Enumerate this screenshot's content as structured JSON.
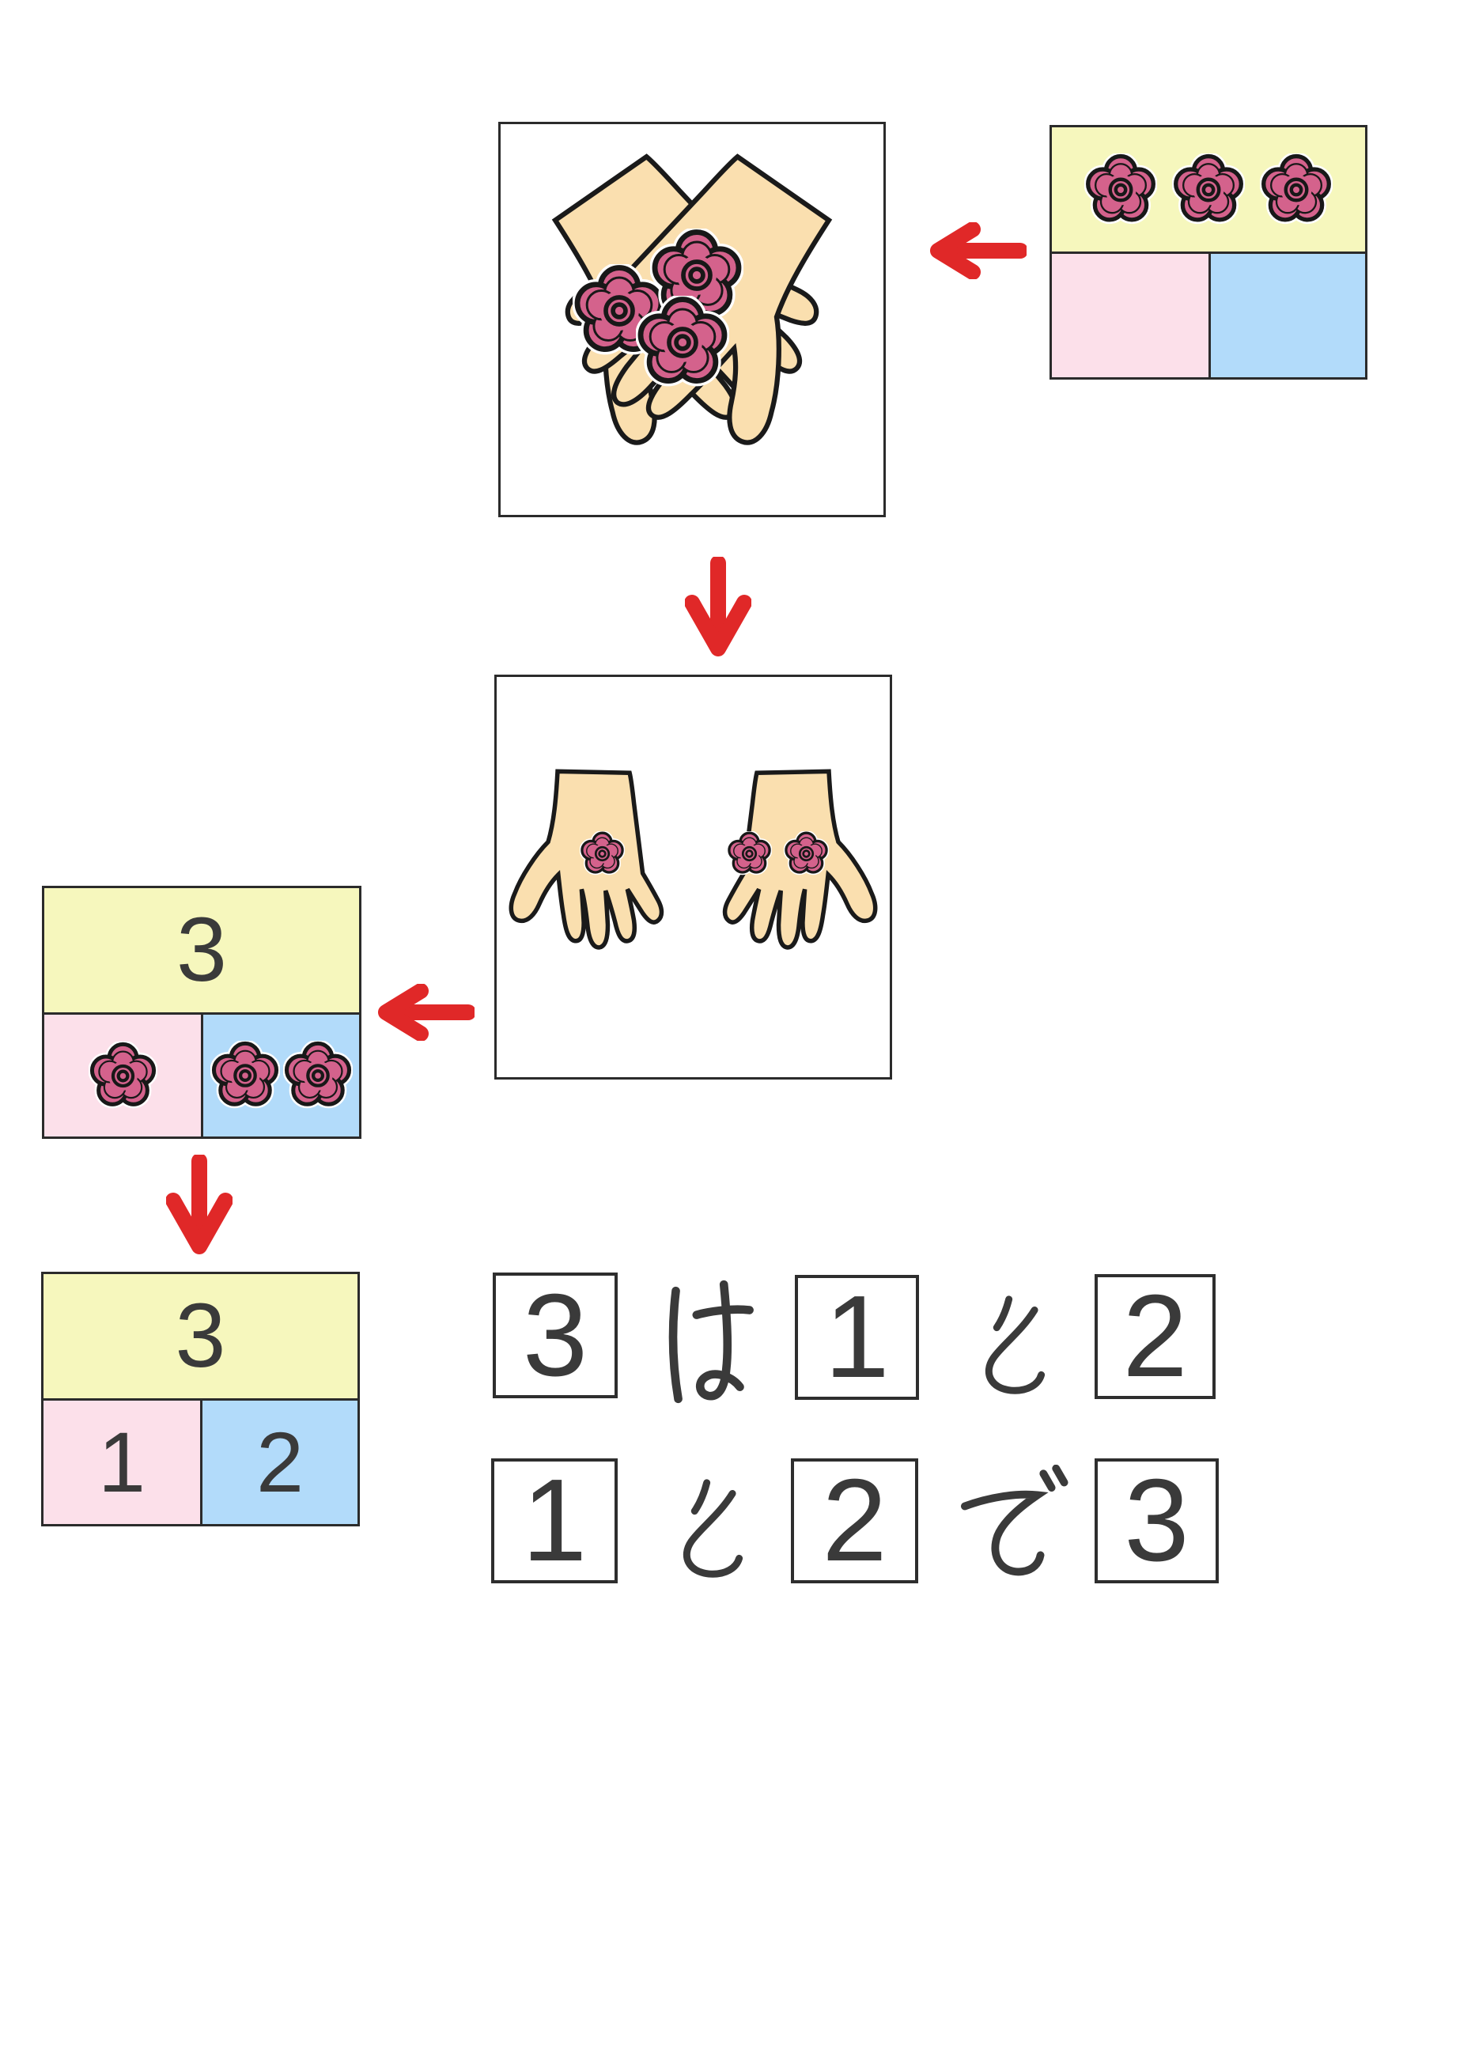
{
  "document": {
    "kind": "math-worksheet",
    "language": "ja",
    "topic": "decomposition of 3"
  },
  "colors": {
    "background": "#ffffff",
    "card_yellow": "#F6F7BD",
    "card_pink": "#FCE0EA",
    "card_blue": "#B2DBFA",
    "flower_pink": "#D4628C",
    "skin": "#FADFAF",
    "outline_black": "#1a1a1a",
    "arrow_red": "#E02828",
    "text": "#3a3a3a"
  },
  "hands": {
    "clasped_box": {
      "flower_count": 3
    },
    "open_box": {
      "left_hand_flower_count": 1,
      "right_hand_flower_count": 2
    }
  },
  "cards": {
    "top_right": {
      "flower_count": 3,
      "left_cell": "",
      "right_cell": ""
    },
    "mid_left": {
      "total": "3",
      "left_flower_count": 1,
      "right_flower_count": 2
    },
    "bottom_left": {
      "total": "3",
      "left_value": "1",
      "right_value": "2"
    }
  },
  "captions": {
    "line1": {
      "sentence": "3は1と2",
      "tokens": [
        {
          "type": "boxed",
          "value": "3"
        },
        {
          "type": "kana",
          "value": "は"
        },
        {
          "type": "boxed",
          "value": "1"
        },
        {
          "type": "kana",
          "value": "と"
        },
        {
          "type": "boxed",
          "value": "2"
        }
      ]
    },
    "line2": {
      "sentence": "1と2で3",
      "tokens": [
        {
          "type": "boxed",
          "value": "1"
        },
        {
          "type": "kana",
          "value": "と"
        },
        {
          "type": "boxed",
          "value": "2"
        },
        {
          "type": "kana",
          "value": "で"
        },
        {
          "type": "boxed",
          "value": "3"
        }
      ]
    }
  }
}
